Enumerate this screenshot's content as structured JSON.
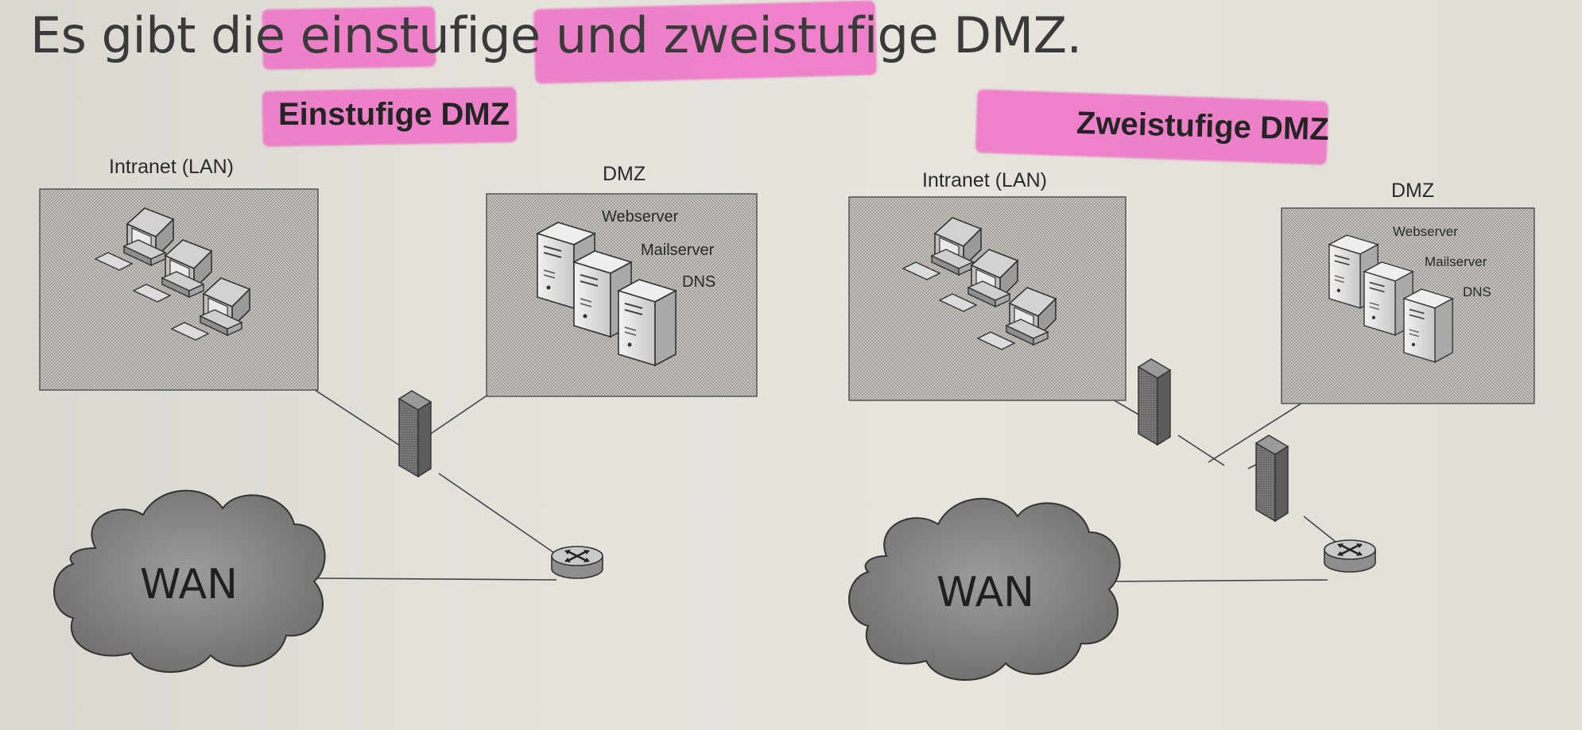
{
  "heading": {
    "text": "Es gibt die einstufige und zweistufige DMZ."
  },
  "left_diagram": {
    "title": "Einstufige DMZ",
    "intranet_label": "Intranet (LAN)",
    "dmz_label": "DMZ",
    "servers": [
      "Webserver",
      "Mailserver",
      "DNS"
    ],
    "cloud_label": "WAN"
  },
  "right_diagram": {
    "title": "Zweistufige DMZ",
    "intranet_label": "Intranet (LAN)",
    "dmz_label": "DMZ",
    "servers": [
      "Webserver",
      "Mailserver",
      "DNS"
    ],
    "cloud_label": "WAN"
  },
  "colors": {
    "highlighter": "#f06cc6",
    "box_fill": "#bdbbb4",
    "firewall": "#6f6f6f",
    "cloud": "#8a8a88"
  }
}
